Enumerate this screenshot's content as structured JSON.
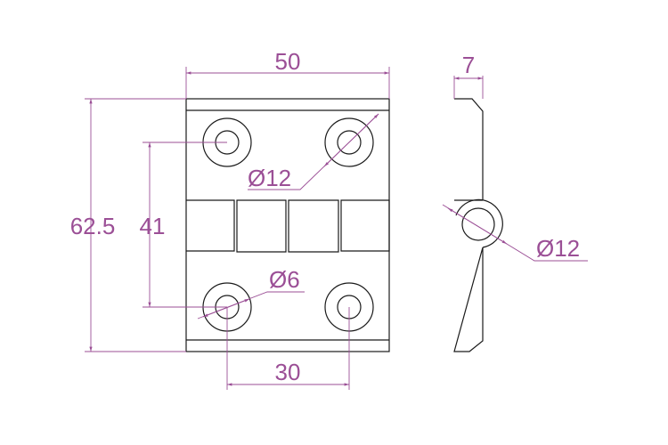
{
  "drawing": {
    "dimensions": {
      "width": "50",
      "height": "62.5",
      "hole_spacing_vertical": "41",
      "hole_spacing_horizontal": "30",
      "thickness": "7",
      "counterbore_diameter": "Ø12",
      "hole_diameter": "Ø6",
      "knuckle_diameter": "Ø12"
    },
    "colors": {
      "dimension": "#9b4f96",
      "outline": "#1a1a1a"
    }
  }
}
